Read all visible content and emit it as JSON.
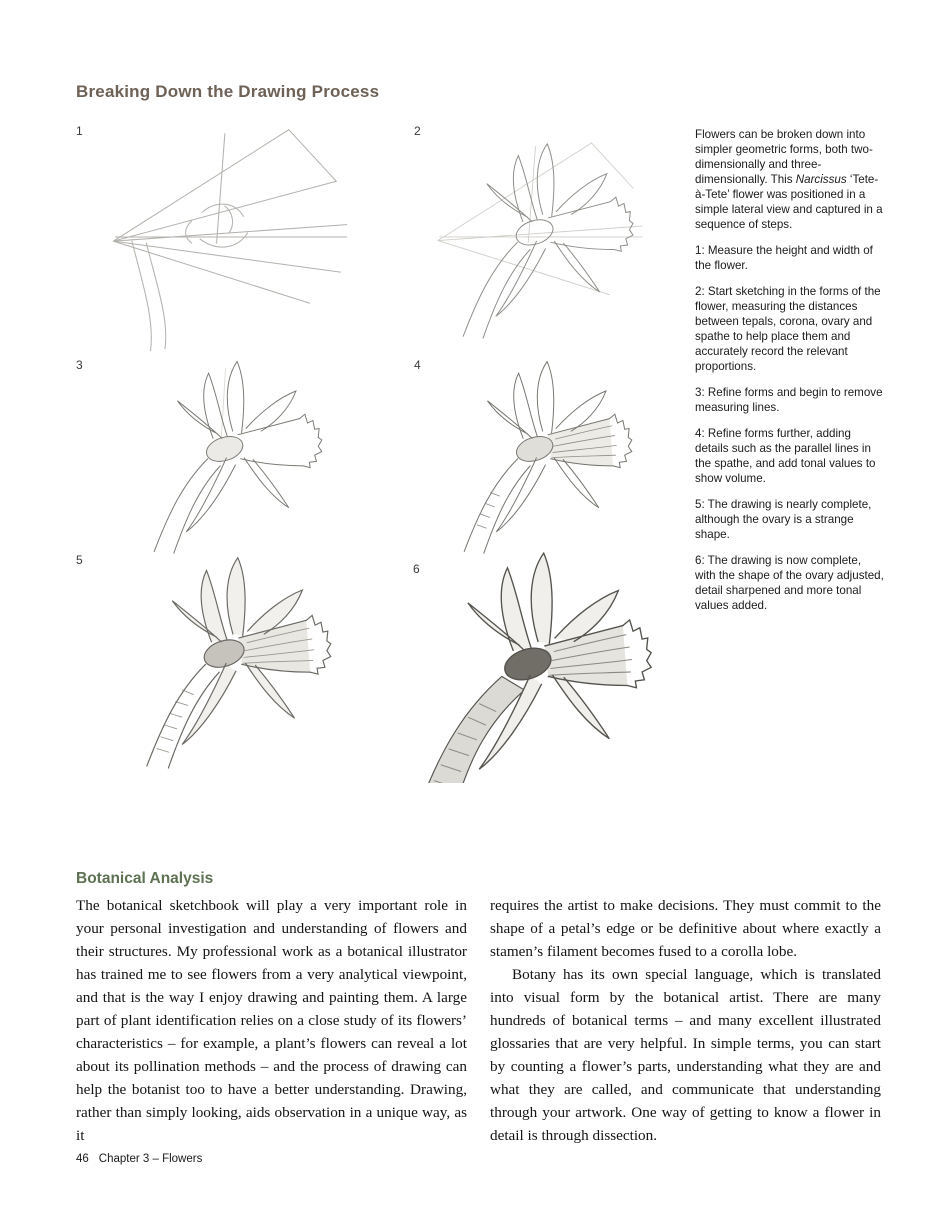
{
  "process_section": {
    "title": "Breaking Down the Drawing Process",
    "figures": [
      {
        "number": "1"
      },
      {
        "number": "2"
      },
      {
        "number": "3"
      },
      {
        "number": "4"
      },
      {
        "number": "5"
      },
      {
        "number": "6"
      }
    ],
    "caption": {
      "intro_parts": [
        "Flowers can be broken down into simpler geometric forms, both two-dimensionally and three-dimensionally. This ",
        "Narcissus",
        " ‘Tete-à-Tete’ flower was positioned in a simple lateral view and captured in a sequence of steps."
      ],
      "steps": [
        "1: Measure the height and width of the flower.",
        "2: Start sketching in the forms of the flower, measuring the distances between tepals, corona, ovary and spathe to help place them and accurately record the relevant proportions.",
        "3: Refine forms and begin to remove measuring lines.",
        "4: Refine forms further, adding details such as the parallel lines in the spathe, and add tonal values to show volume.",
        "5: The drawing is nearly complete, although the ovary is a strange shape.",
        "6: The drawing is now complete, with the shape of the ovary adjusted, detail sharpened and more tonal values added."
      ]
    }
  },
  "analysis_section": {
    "title": "Botanical Analysis",
    "left_column": [
      "The botanical sketchbook will play a very important role in your personal investigation and understanding of flowers and their structures. My professional work as a botanical illustrator has trained me to see flowers from a very analytical viewpoint, and that is the way I enjoy drawing and painting them. A large part of plant identification relies on a close study of its flowers’ characteristics – for example, a plant’s flowers can reveal a lot about its pollination methods – and the process of drawing can help the botanist too to have a better understanding. Drawing, rather than simply looking, aids observation in a unique way, as it"
    ],
    "right_column": [
      "requires the artist to make decisions. They must commit to the shape of a petal’s edge or be definitive about where exactly a stamen’s filament becomes fused to a corolla lobe.",
      "Botany has its own special language, which is translated into visual form by the botanical artist. There are many hundreds of botanical terms – and many excellent illustrated glossaries that are very helpful. In simple terms, you can start by counting a flower’s parts, understanding what they are and what they are called, and communicate that understanding through your artwork. One way of getting to know a flower in detail is through dissection."
    ]
  },
  "footer": {
    "page_number": "46",
    "chapter": "Chapter 3 – Flowers"
  },
  "colors": {
    "heading_brown": "#6e6156",
    "heading_green": "#5e7253"
  }
}
